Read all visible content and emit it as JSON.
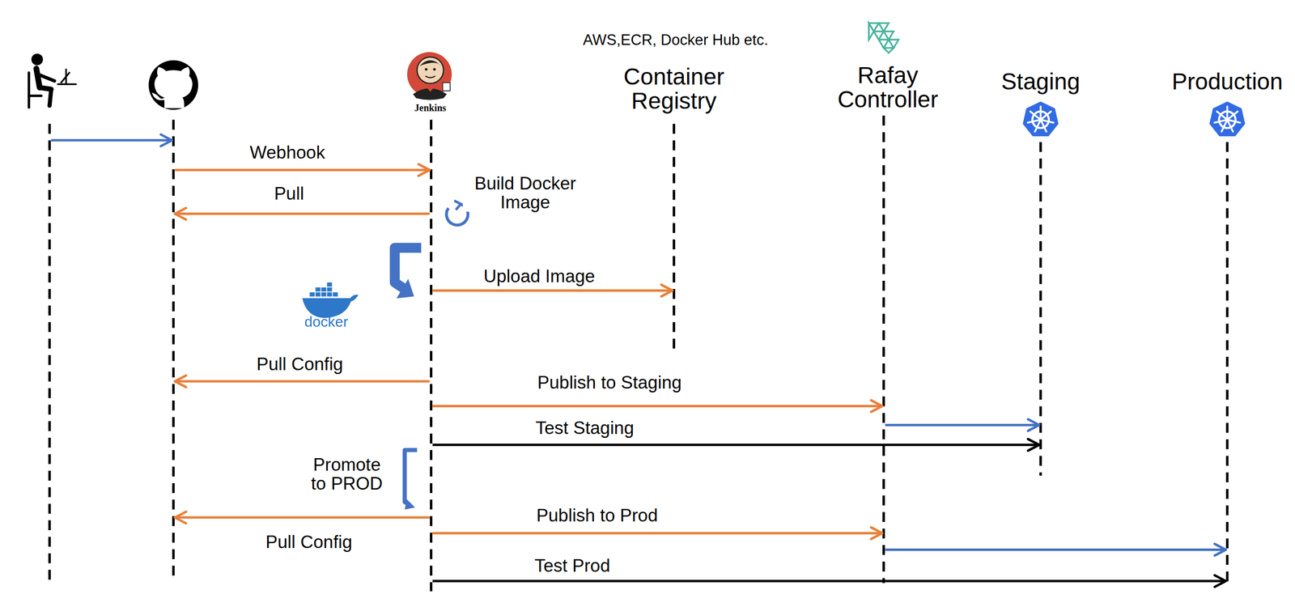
{
  "diagram": {
    "nodes": [
      {
        "text": []
      },
      {
        "text": []
      },
      {
        "text": [
          "Jenkins"
        ]
      },
      {
        "text": [
          "Container Registry"
        ]
      },
      {
        "text": [
          "Rafay Controller"
        ]
      },
      {
        "text": [
          "Staging"
        ]
      },
      {
        "text": [
          "Production"
        ]
      }
    ],
    "edges": [
      {
        "from": 0,
        "to": 1,
        "arrow": "to"
      },
      {
        "from": 1,
        "to": 2,
        "label": "Webhook",
        "arrow": "to"
      },
      {
        "from": 2,
        "to": 1,
        "label": "Pull",
        "arrow": "to"
      },
      {
        "from": 2,
        "to": 3,
        "label": "Upload Image",
        "arrow": "to"
      },
      {
        "from": 2,
        "to": 1,
        "label": "Pull Config",
        "arrow": "to"
      },
      {
        "from": 2,
        "to": 4,
        "label": "Publish to Staging",
        "arrow": "to"
      },
      {
        "from": 4,
        "to": 5,
        "arrow": "to"
      },
      {
        "from": 2,
        "to": 5,
        "label": "Test Staging",
        "arrow": "to"
      },
      {
        "from": 2,
        "to": 1,
        "label": "Pull Config",
        "arrow": "to"
      },
      {
        "from": 2,
        "to": 4,
        "label": "Publish to Prod",
        "arrow": "to"
      },
      {
        "from": 4,
        "to": 6,
        "arrow": "to"
      },
      {
        "from": 2,
        "to": 6,
        "label": "Test Prod",
        "arrow": "to"
      }
    ],
    "labels": [
      "AWS,ECR, Docker Hub etc.",
      "Build Docker Image",
      "docker",
      "Promote to PROD"
    ]
  }
}
